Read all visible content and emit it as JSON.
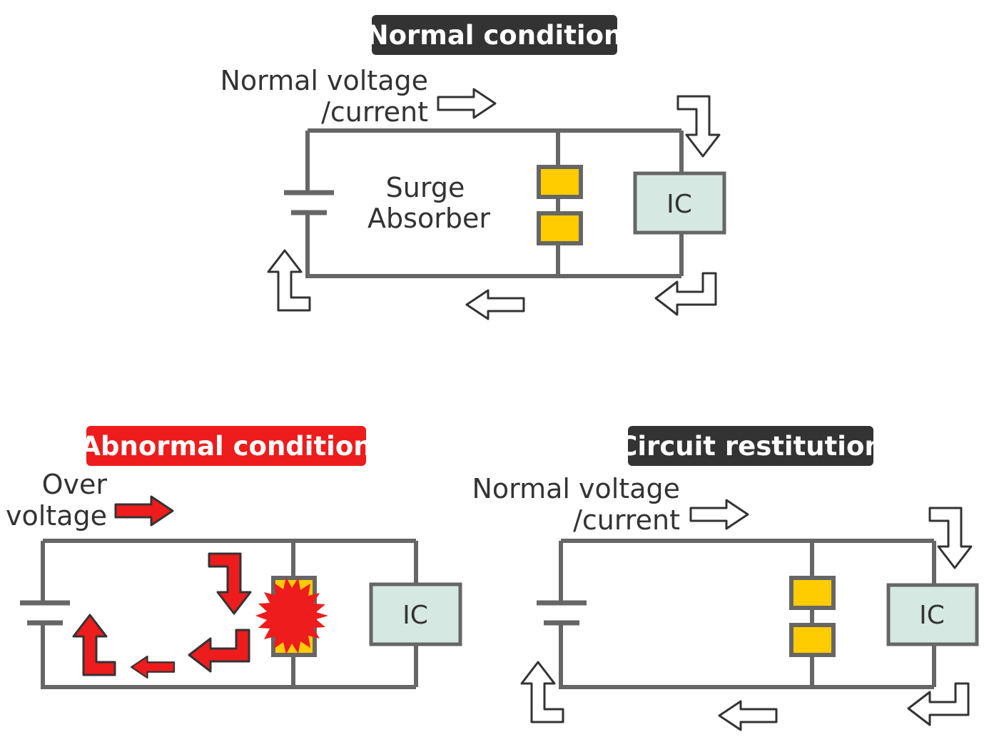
{
  "colors": {
    "wire": "#666666",
    "absorber": "#ffcc00",
    "ic_fill": "#d5e8e1",
    "title_dark": "#333333",
    "title_red": "#ee1c1c",
    "arrow_red": "#ee1c1c"
  },
  "panels": {
    "normal": {
      "title": "Normal condition",
      "flow_label_line1": "Normal voltage",
      "flow_label_line2": "/current",
      "absorber_label_line1": "Surge",
      "absorber_label_line2": "Absorber",
      "ic_label": "IC"
    },
    "abnormal": {
      "title": "Abnormal condition",
      "flow_label_line1": "Over",
      "flow_label_line2": "voltage",
      "ic_label": "IC"
    },
    "restitution": {
      "title": "Circuit restitution",
      "flow_label_line1": "Normal voltage",
      "flow_label_line2": "/current",
      "ic_label": "IC"
    }
  },
  "icons": [
    "right-arrow-icon",
    "down-turn-arrow-icon",
    "left-turn-arrow-icon",
    "left-arrow-icon",
    "up-turn-arrow-icon",
    "burst-icon",
    "battery-icon"
  ]
}
